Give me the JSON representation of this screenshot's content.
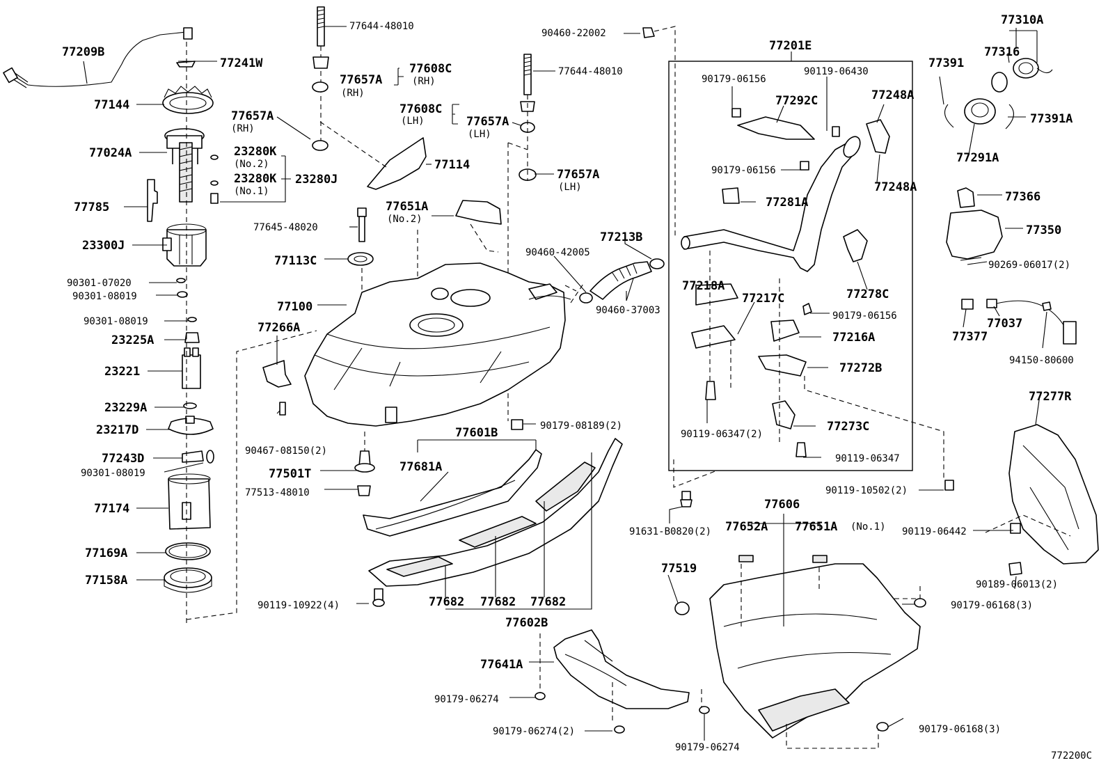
{
  "diagram_code": "772200C",
  "notes": {
    "rh": "(RH)",
    "lh": "(LH)",
    "no1": "(No.1)",
    "no2": "(No.2)"
  },
  "parts": {
    "p77209B": "77209B",
    "p77241W": "77241W",
    "p77144": "77144",
    "p77024A": "77024A",
    "p23280K_a": "23280K",
    "p23280K_b": "23280K",
    "p23280J": "23280J",
    "p77785": "77785",
    "p23300J": "23300J",
    "p90301_07020": "90301-07020",
    "p90301_08019_a": "90301-08019",
    "p90301_08019_b": "90301-08019",
    "p23225A": "23225A",
    "p23221": "23221",
    "p23229A": "23229A",
    "p23217D": "23217D",
    "p77243D": "77243D",
    "p90301_08019_c": "90301-08019",
    "p77174": "77174",
    "p77169A": "77169A",
    "p77158A": "77158A",
    "p77644_48010_a": "77644-48010",
    "p77608C_rh": "77608C",
    "p77657A_rh_top": "77657A",
    "p77657A_rh_side": "77657A",
    "p77114": "77114",
    "p77608C_lh": "77608C",
    "p77657A_lh_top": "77657A",
    "p77657A_lh_side": "77657A",
    "p77644_48010_b": "77644-48010",
    "p90460_22002": "90460-22002",
    "p77651A_no2": "77651A",
    "p77645_48020": "77645-48020",
    "p77113C": "77113C",
    "p77100": "77100",
    "p77266A": "77266A",
    "p90467_08150": "90467-08150(2)",
    "p77213B": "77213B",
    "p90460_42005": "90460-42005",
    "p90460_37003": "90460-37003",
    "p77601B": "77601B",
    "p90179_08189": "90179-08189(2)",
    "p77501T": "77501T",
    "p77513_48010": "77513-48010",
    "p77681A": "77681A",
    "p90119_10922": "90119-10922(4)",
    "p77682_a": "77682",
    "p77682_b": "77682",
    "p77682_c": "77682",
    "p77602B": "77602B",
    "p77641A": "77641A",
    "p90179_06274_a": "90179-06274",
    "p90179_06274_b": "90179-06274(2)",
    "p90179_06274_c": "90179-06274",
    "p77201E": "77201E",
    "p90179_06156_a": "90179-06156",
    "p90119_06430": "90119-06430",
    "p77292C": "77292C",
    "p77248A_a": "77248A",
    "p77248A_b": "77248A",
    "p90179_06156_b": "90179-06156",
    "p77281A": "77281A",
    "p77218A": "77218A",
    "p77217C": "77217C",
    "p77278C": "77278C",
    "p90179_06156_c": "90179-06156",
    "p77216A": "77216A",
    "p77272B": "77272B",
    "p90119_06347_a": "90119-06347(2)",
    "p77273C": "77273C",
    "p90119_06347_b": "90119-06347",
    "p90119_10502": "90119-10502(2)",
    "p91631_B0820": "91631-B0820(2)",
    "p77606": "77606",
    "p77652A": "77652A",
    "p77651A_no1": "77651A",
    "p77519": "77519",
    "p90179_06168_a": "90179-06168(3)",
    "p90179_06168_b": "90179-06168(3)",
    "p77310A": "77310A",
    "p77316": "77316",
    "p77391": "77391",
    "p77391A": "77391A",
    "p77291A": "77291A",
    "p77366": "77366",
    "p77350": "77350",
    "p90269_06017": "90269-06017(2)",
    "p77377": "77377",
    "p77037": "77037",
    "p94150_80600": "94150-80600",
    "p77277R": "77277R",
    "p90119_06442": "90119-06442",
    "p90189_06013": "90189-06013(2)"
  }
}
